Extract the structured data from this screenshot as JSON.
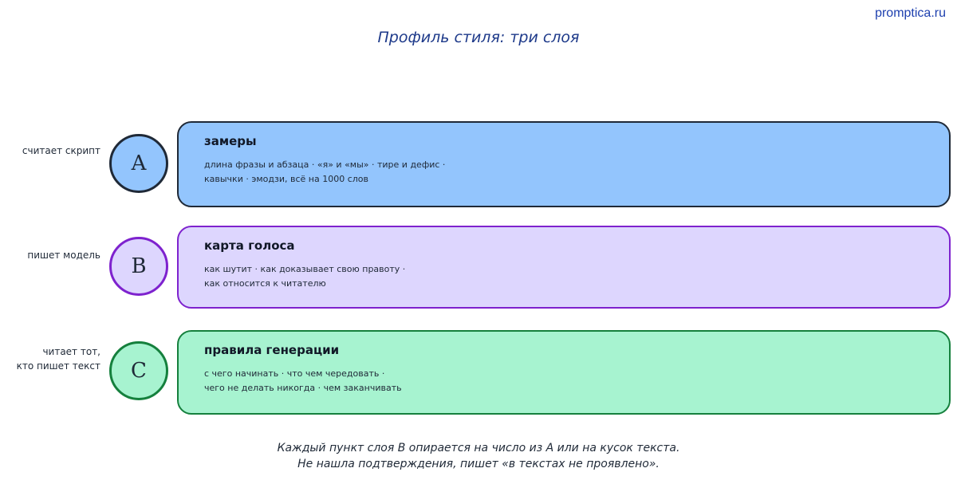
{
  "brand": "promptica.ru",
  "title": "Профиль стиля: три слоя",
  "layers": [
    {
      "letter": "A",
      "side_label": [
        "считает скрипт"
      ],
      "title": "замеры",
      "lines": [
        "длина фразы и абзаца · «я» и «мы» · тире и дефис ·",
        "кавычки · эмодзи, всё на 1000 слов"
      ],
      "color": "#93c5fd"
    },
    {
      "letter": "B",
      "side_label": [
        "пишет модель"
      ],
      "title": "карта голоса",
      "lines": [
        "как шутит · как доказывает свою правоту ·",
        "как относится к читателю"
      ],
      "color": "#ddd6fe"
    },
    {
      "letter": "C",
      "side_label": [
        "читает тот,",
        "кто пишет текст"
      ],
      "title": "правила генерации",
      "lines": [
        "с чего начинать · что чем чередовать ·",
        "чего не делать никогда · чем заканчивать"
      ],
      "color": "#a7f3d0"
    }
  ],
  "footer": [
    "Каждый пункт слоя B опирается на число из A или на кусок текста.",
    "Не нашла подтверждения, пишет «в текстах не проявлено»."
  ]
}
